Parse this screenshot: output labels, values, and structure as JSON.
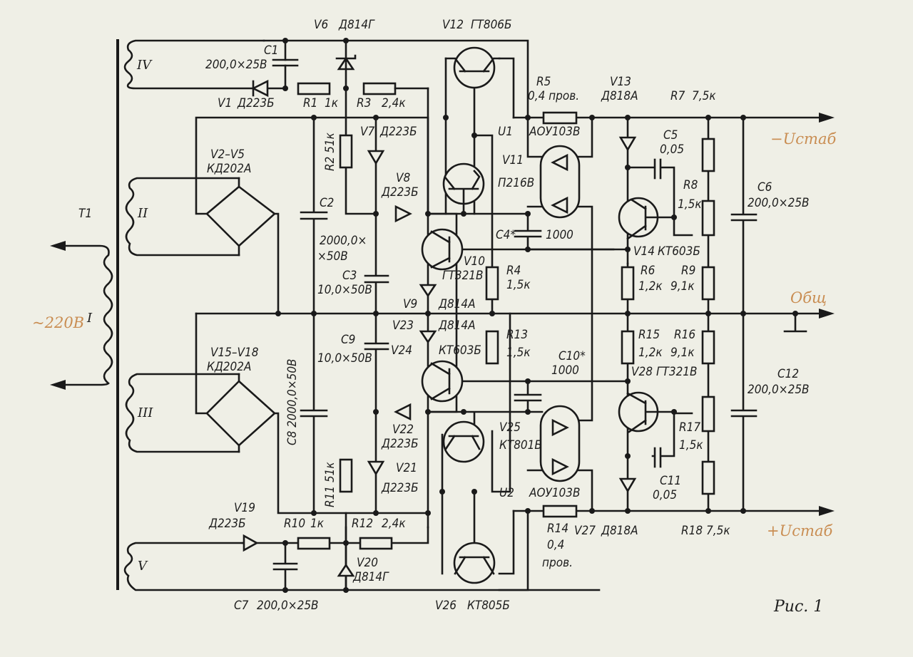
{
  "figure_caption": "Рис. 1",
  "colors": {
    "wire": "#1a1a1a",
    "paper": "#efefe6",
    "accent_label": "#c98d52"
  },
  "transformer": {
    "name": "T1",
    "windings": {
      "primary": "I",
      "w2": "II",
      "w3": "III",
      "w4": "IV",
      "w5": "V"
    },
    "mains": "~220В"
  },
  "outputs": {
    "neg": "−Uстаб",
    "common": "Общ",
    "pos": "+Uстаб"
  },
  "components": {
    "C1": {
      "ref": "C1",
      "value": "200,0×25В"
    },
    "V1": {
      "ref": "V1",
      "value": "Д223Б"
    },
    "R1": {
      "ref": "R1",
      "value": "1к"
    },
    "V6": {
      "ref": "V6",
      "value": "Д814Г"
    },
    "R3": {
      "ref": "R3",
      "value": "2,4к"
    },
    "V12": {
      "ref": "V12",
      "value": "ГТ806Б"
    },
    "R5": {
      "ref": "R5",
      "value": "0,4 пров."
    },
    "V13": {
      "ref": "V13",
      "value": "Д818А"
    },
    "R7": {
      "ref": "R7",
      "value": "7,5к"
    },
    "V2V5": {
      "ref": "V2–V5",
      "value": "КД202А"
    },
    "R2": {
      "ref": "R2",
      "value": "51к"
    },
    "V7": {
      "ref": "V7",
      "value": "Д223Б"
    },
    "U1": {
      "ref": "U1",
      "value": "АОУ103В"
    },
    "V11": {
      "ref": "V11",
      "value": "П216В"
    },
    "C5": {
      "ref": "C5",
      "value": "0,05"
    },
    "V8": {
      "ref": "V8",
      "value": "Д223Б"
    },
    "R8": {
      "ref": "R8",
      "value": "1,5к"
    },
    "C6": {
      "ref": "C6",
      "value": "200,0×25В"
    },
    "C2": {
      "ref": "C2",
      "value1": "2000,0×",
      "value2": "×50В"
    },
    "C4": {
      "ref": "C4*",
      "value": "1000"
    },
    "V14": {
      "ref": "V14",
      "value": "КТ603Б"
    },
    "V10": {
      "ref": "V10",
      "value": "ГТ321В"
    },
    "C3": {
      "ref": "C3",
      "value": "10,0×50В"
    },
    "R4": {
      "ref": "R4",
      "value": "1,5к"
    },
    "R6": {
      "ref": "R6",
      "value": "1,2к"
    },
    "R9": {
      "ref": "R9",
      "value": "9,1к"
    },
    "V9": {
      "ref": "V9",
      "value": "Д814А"
    },
    "V23": {
      "ref": "V23",
      "value": "Д814А"
    },
    "C8": {
      "ref": "C8",
      "value": "2000,0×50В"
    },
    "C9": {
      "ref": "C9",
      "value": "10,0×50В"
    },
    "V24": {
      "ref": "V24",
      "value": "КТ603Б"
    },
    "R13": {
      "ref": "R13",
      "value": "1,5к"
    },
    "C10": {
      "ref": "C10*",
      "value": "1000"
    },
    "R15": {
      "ref": "R15",
      "value": "1,2к"
    },
    "R16": {
      "ref": "R16",
      "value": "9,1к"
    },
    "V15V18": {
      "ref": "V15–V18",
      "value": "КД202А"
    },
    "V28": {
      "ref": "V28",
      "value": "ГТ321В"
    },
    "C12": {
      "ref": "C12",
      "value": "200,0×25В"
    },
    "V22": {
      "ref": "V22",
      "value": "Д223Б"
    },
    "V25": {
      "ref": "V25",
      "value": "КТ801Б"
    },
    "R17": {
      "ref": "R17",
      "value": "1,5к"
    },
    "R11": {
      "ref": "R11",
      "value": "51к"
    },
    "V21": {
      "ref": "V21",
      "value": "Д223Б"
    },
    "U2": {
      "ref": "U2",
      "value": "АОУ103В"
    },
    "C11": {
      "ref": "C11",
      "value": "0,05"
    },
    "V19": {
      "ref": "V19",
      "value": "Д223Б"
    },
    "R10": {
      "ref": "R10",
      "value": "1к"
    },
    "R12": {
      "ref": "R12",
      "value": "2,4к"
    },
    "R14": {
      "ref": "R14",
      "value1": "0,4",
      "value2": "пров."
    },
    "V27": {
      "ref": "V27",
      "value": "Д818А"
    },
    "R18": {
      "ref": "R18",
      "value": "7,5к"
    },
    "V20": {
      "ref": "V20",
      "value": "Д814Г"
    },
    "C7": {
      "ref": "C7",
      "value": "200,0×25В"
    },
    "V26": {
      "ref": "V26",
      "value": "КТ805Б"
    }
  }
}
